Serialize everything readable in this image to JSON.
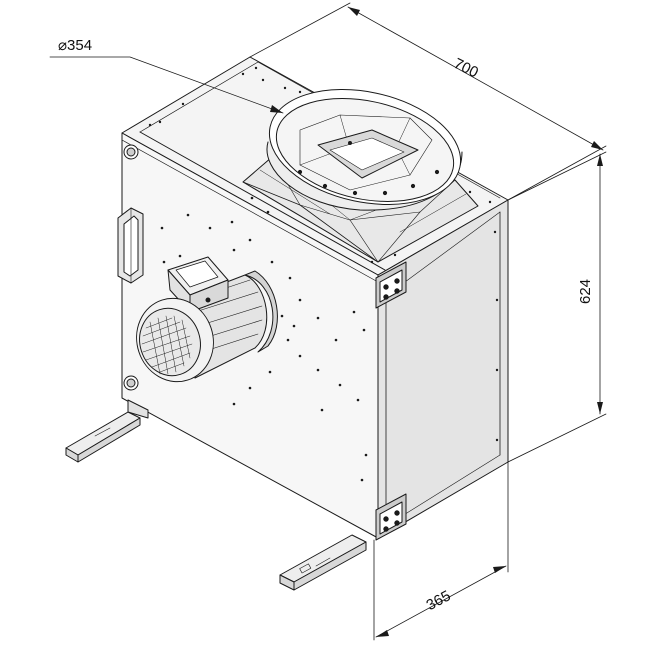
{
  "dimensions": {
    "diameter": "⌀354",
    "width": "700",
    "height": "624",
    "depth": "365"
  },
  "colors": {
    "line": "#1a1a1a",
    "face_light": "#f2f2f2",
    "face_mid": "#e6e6e6",
    "face_dark": "#dadada"
  }
}
